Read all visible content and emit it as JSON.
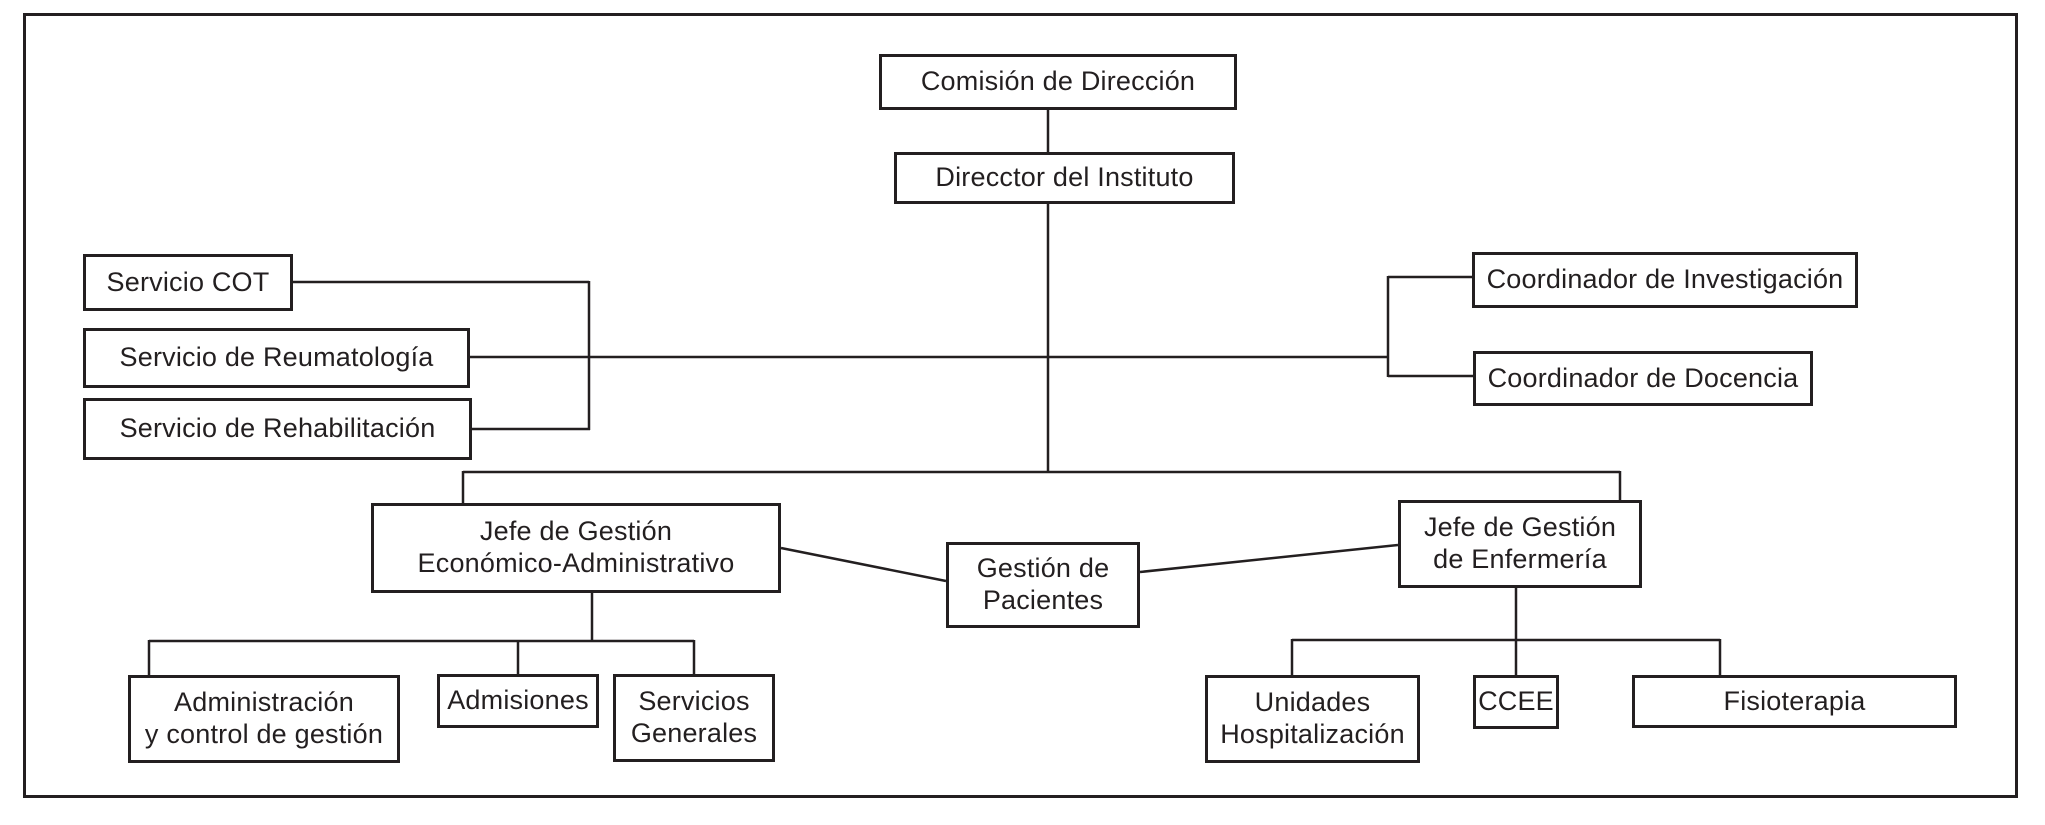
{
  "figure": {
    "type": "organizational-chart",
    "language": "es"
  },
  "colors": {
    "line": "#231f20",
    "box_border": "#231f20",
    "text": "#231f20",
    "background": "#ffffff"
  },
  "nodes": {
    "comision_de_direccion": {
      "label": "Comisión de Dirección"
    },
    "director_del_instituto": {
      "label": "Direcctor del Instituto"
    },
    "servicio_cot": {
      "label": "Servicio COT"
    },
    "servicio_de_reumatologia": {
      "label": "Servicio de Reumatología"
    },
    "servicio_de_rehabilitacion": {
      "label": "Servicio de Rehabilitación"
    },
    "coordinador_de_investigacion": {
      "label": "Coordinador de Investigación"
    },
    "coordinador_de_docencia": {
      "label": "Coordinador de Docencia"
    },
    "jefe_gestion_economico_administrativo": {
      "label": "Jefe de Gestión\nEconómico-Administrativo"
    },
    "gestion_de_pacientes": {
      "label": "Gestión de\nPacientes"
    },
    "jefe_gestion_enfermeria": {
      "label": "Jefe de Gestión\nde Enfermería"
    },
    "administracion_y_control_de_gestion": {
      "label": "Administración\ny control de gestión"
    },
    "admisiones": {
      "label": "Admisiones"
    },
    "servicios_generales": {
      "label": "Servicios\nGenerales"
    },
    "unidades_hospitalizacion": {
      "label": "Unidades\nHospitalización"
    },
    "ccee": {
      "label": "CCEE"
    },
    "fisioterapia": {
      "label": "Fisioterapia"
    }
  },
  "edges": [
    {
      "from": "comision_de_direccion",
      "to": "director_del_instituto"
    },
    {
      "from": "director_del_instituto",
      "to": "servicio_cot"
    },
    {
      "from": "director_del_instituto",
      "to": "servicio_de_reumatologia"
    },
    {
      "from": "director_del_instituto",
      "to": "servicio_de_rehabilitacion"
    },
    {
      "from": "director_del_instituto",
      "to": "coordinador_de_investigacion"
    },
    {
      "from": "director_del_instituto",
      "to": "coordinador_de_docencia"
    },
    {
      "from": "director_del_instituto",
      "to": "jefe_gestion_economico_administrativo"
    },
    {
      "from": "director_del_instituto",
      "to": "jefe_gestion_enfermeria"
    },
    {
      "from": "jefe_gestion_economico_administrativo",
      "to": "gestion_de_pacientes"
    },
    {
      "from": "jefe_gestion_enfermeria",
      "to": "gestion_de_pacientes"
    },
    {
      "from": "jefe_gestion_economico_administrativo",
      "to": "administracion_y_control_de_gestion"
    },
    {
      "from": "jefe_gestion_economico_administrativo",
      "to": "admisiones"
    },
    {
      "from": "jefe_gestion_economico_administrativo",
      "to": "servicios_generales"
    },
    {
      "from": "jefe_gestion_enfermeria",
      "to": "unidades_hospitalizacion"
    },
    {
      "from": "jefe_gestion_enfermeria",
      "to": "ccee"
    },
    {
      "from": "jefe_gestion_enfermeria",
      "to": "fisioterapia"
    }
  ]
}
